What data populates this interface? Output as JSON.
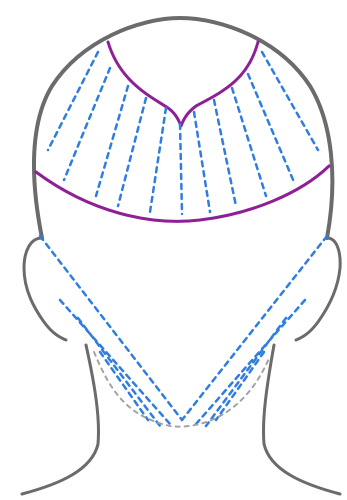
{
  "colors": {
    "background": "#ffffff",
    "outline": "#6b6b6b",
    "section_line": "#8e1f95",
    "guide_line": "#2f7de1",
    "faint_guide_line": "#a3a3a3"
  },
  "diagram": {
    "view": "back of head",
    "parts": [
      "head-outline",
      "crown-section-line",
      "occipital-section-line",
      "guide-lines"
    ]
  }
}
